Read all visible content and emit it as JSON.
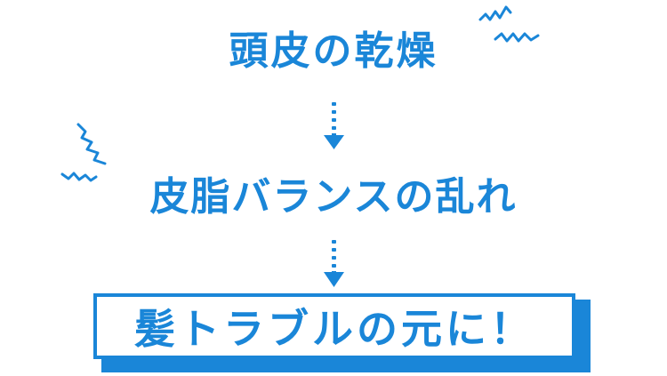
{
  "flow": {
    "step1": "頭皮の乾燥",
    "step2": "皮脂バランスの乱れ",
    "result": "髪トラブルの元に！"
  },
  "colors": {
    "accent": "#1a86d8",
    "background": "#ffffff"
  },
  "icons": {
    "arrow": "dotted-down-arrow-icon",
    "sparkle": "zigzag-sparkle-icon"
  }
}
